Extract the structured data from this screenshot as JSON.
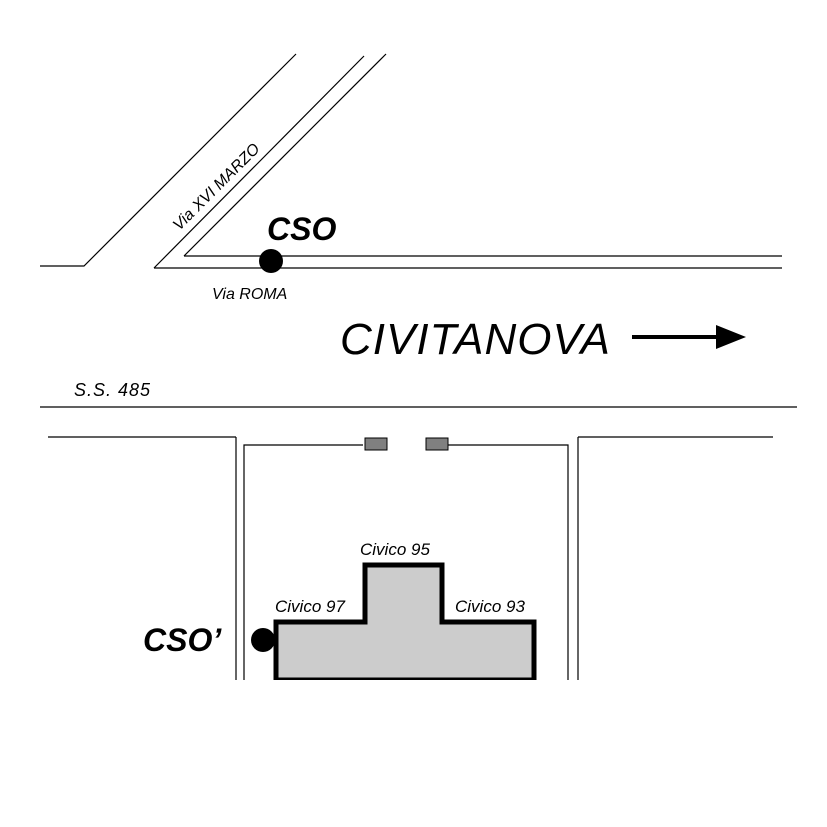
{
  "streets": {
    "via_xvi_marzo": "Via XVI MARZO",
    "via_roma": "Via ROMA",
    "ss485": "S.S. 485"
  },
  "direction": {
    "city": "CIVITANOVA",
    "arrow_icon": "arrow-right-icon"
  },
  "points": {
    "cso": "CSO",
    "cso_prime": "CSO’"
  },
  "building": {
    "civico_95": "Civico 95",
    "civico_97": "Civico 97",
    "civico_93": "Civico 93",
    "fill_color": "#cccccc"
  }
}
